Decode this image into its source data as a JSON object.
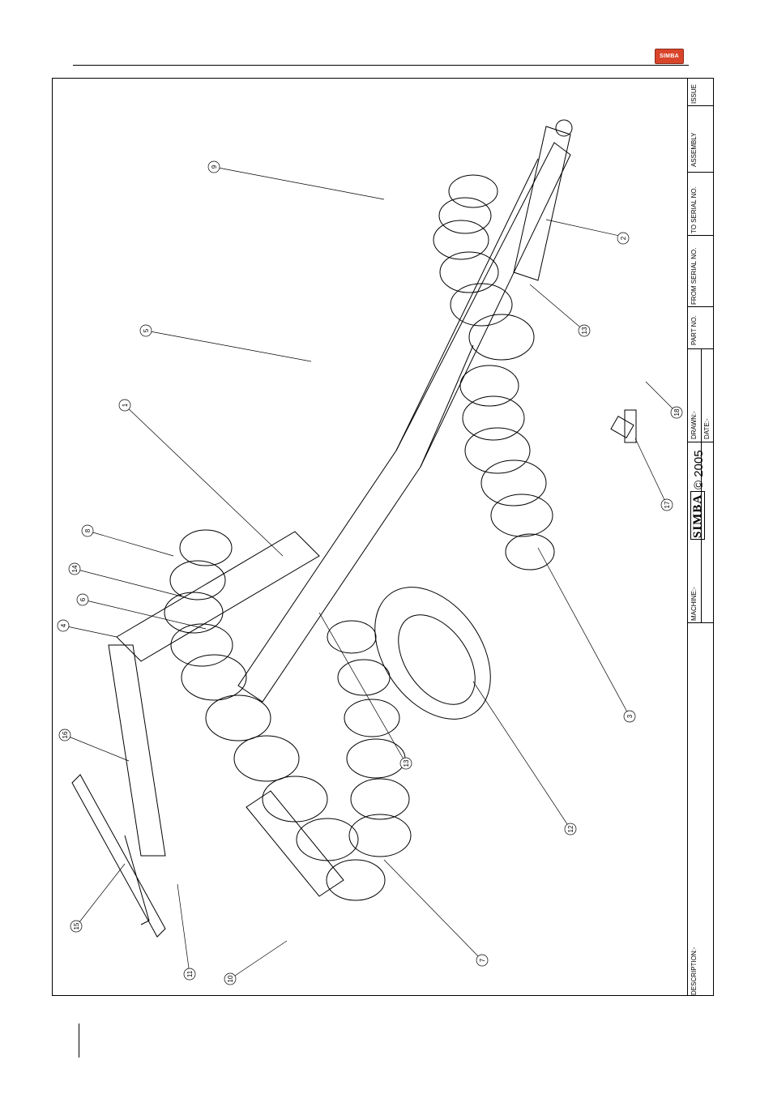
{
  "header": {
    "logo_text": "SIMBA",
    "logo_color": "#d9452b"
  },
  "title_block": {
    "description_label": "DESCRIPTION:-",
    "machine_label": "MACHINE:-",
    "simba_mark": "SIMBA",
    "copyright": "© 2005",
    "drawn_label": "DRAWN:-",
    "date_label": "DATE:-",
    "part_no_label": "PART NO.",
    "from_serial_label": "FROM SERIAL NO.",
    "to_serial_label": "TO SERIAL NO.",
    "assembly_label": "ASSEMBLY",
    "issue_label": "ISSUE"
  },
  "callouts": [
    {
      "label": "1"
    },
    {
      "label": "2"
    },
    {
      "label": "3"
    },
    {
      "label": "4"
    },
    {
      "label": "5"
    },
    {
      "label": "6"
    },
    {
      "label": "7"
    },
    {
      "label": "8"
    },
    {
      "label": "9"
    },
    {
      "label": "10"
    },
    {
      "label": "11"
    },
    {
      "label": "12"
    },
    {
      "label": "13"
    },
    {
      "label": "13"
    },
    {
      "label": "14"
    },
    {
      "label": "15"
    },
    {
      "label": "16"
    },
    {
      "label": "17"
    },
    {
      "label": "18"
    }
  ]
}
